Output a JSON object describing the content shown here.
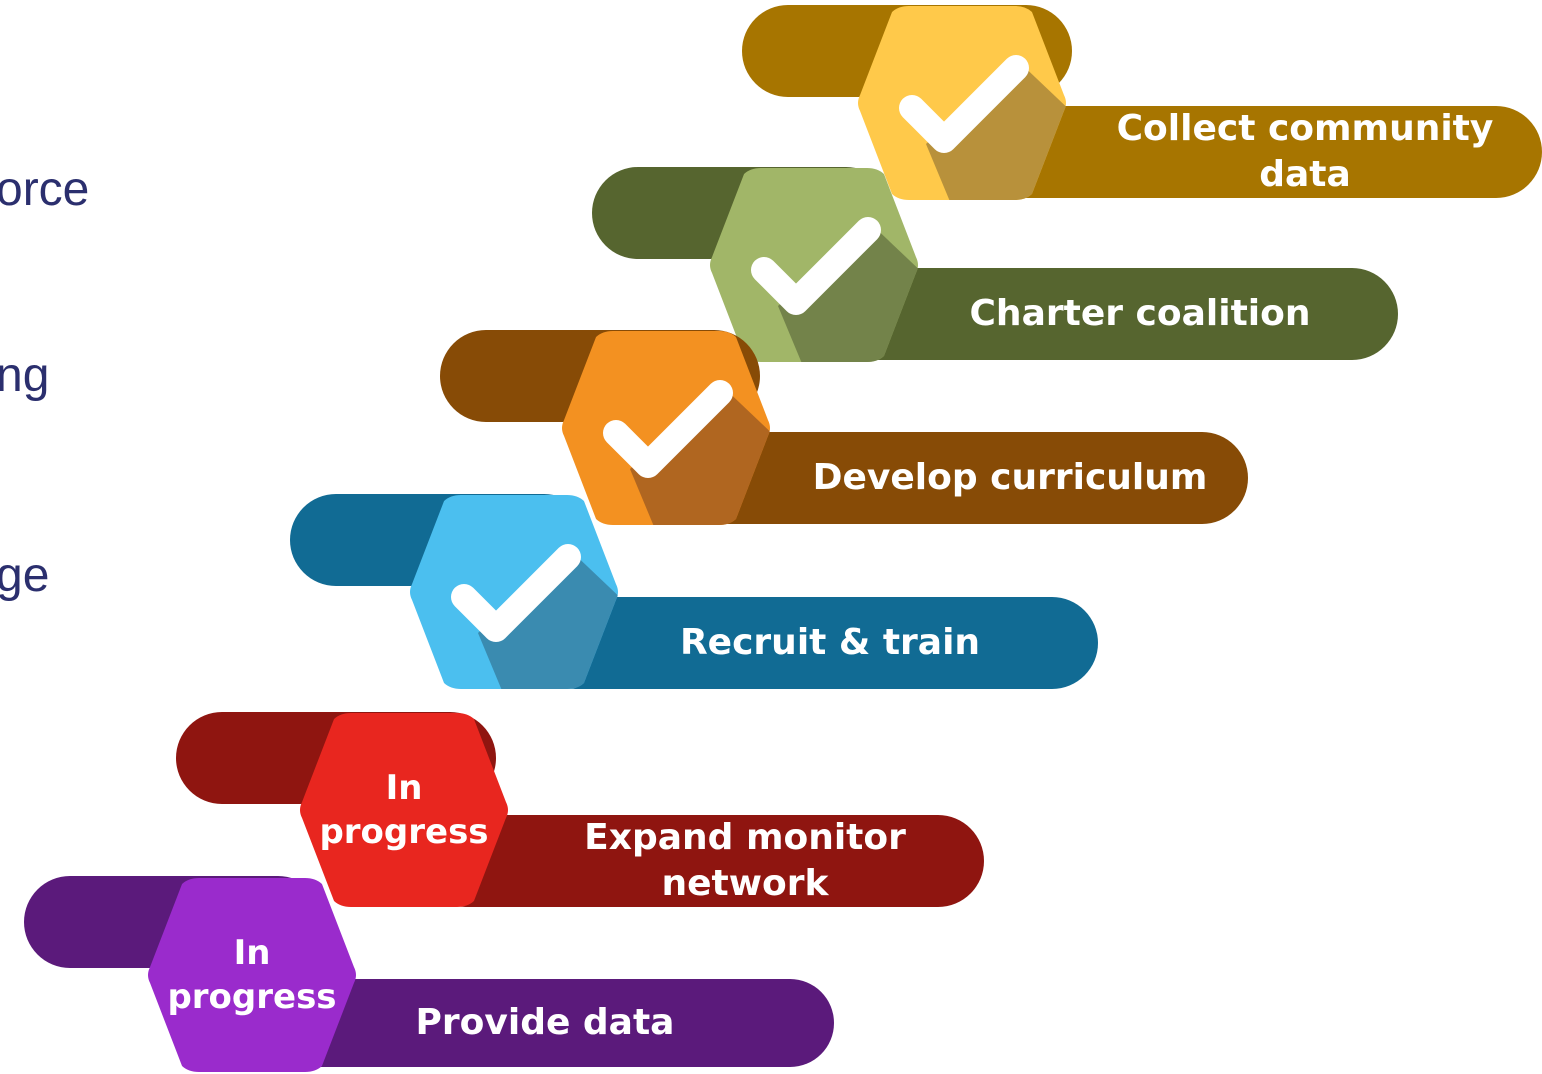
{
  "side_text": [
    "orce",
    "ng",
    "ge"
  ],
  "steps": [
    {
      "label": "Collect community data",
      "label_lines": [
        "Collect community",
        "data"
      ],
      "status": "done",
      "status_lines": [],
      "colors": {
        "back": "#a77500",
        "front": "#a77500",
        "hex": "#ffc94a",
        "hex_shade": "#b8913b"
      }
    },
    {
      "label": "Charter coalition",
      "label_lines": [
        "Charter coalition"
      ],
      "status": "done",
      "status_lines": [],
      "colors": {
        "back": "#56652f",
        "front": "#56652f",
        "hex": "#a1b668",
        "hex_shade": "#73834a"
      }
    },
    {
      "label": "Develop curriculum",
      "label_lines": [
        "Develop curriculum"
      ],
      "status": "done",
      "status_lines": [],
      "colors": {
        "back": "#874b06",
        "front": "#874b06",
        "hex": "#f39121",
        "hex_shade": "#b06620"
      }
    },
    {
      "label": "Recruit & train",
      "label_lines": [
        "Recruit  & train"
      ],
      "status": "done",
      "status_lines": [],
      "colors": {
        "back": "#116b94",
        "front": "#116b94",
        "hex": "#4bbfef",
        "hex_shade": "#3a8bb0"
      }
    },
    {
      "label": "Expand monitor network",
      "label_lines": [
        "Expand monitor",
        "network"
      ],
      "status": "in-progress",
      "status_lines": [
        "In",
        "progress"
      ],
      "colors": {
        "back": "#8f1510",
        "front": "#8f1510",
        "hex": "#e8261f",
        "hex_shade": "#e8261f"
      }
    },
    {
      "label": "Provide data",
      "label_lines": [
        "Provide data"
      ],
      "status": "in-progress",
      "status_lines": [
        "In",
        "progress"
      ],
      "colors": {
        "back": "#5b1a7b",
        "front": "#5b1a7b",
        "hex": "#9a2bcc",
        "hex_shade": "#9a2bcc"
      }
    }
  ],
  "icons": {
    "done": "check-icon"
  }
}
